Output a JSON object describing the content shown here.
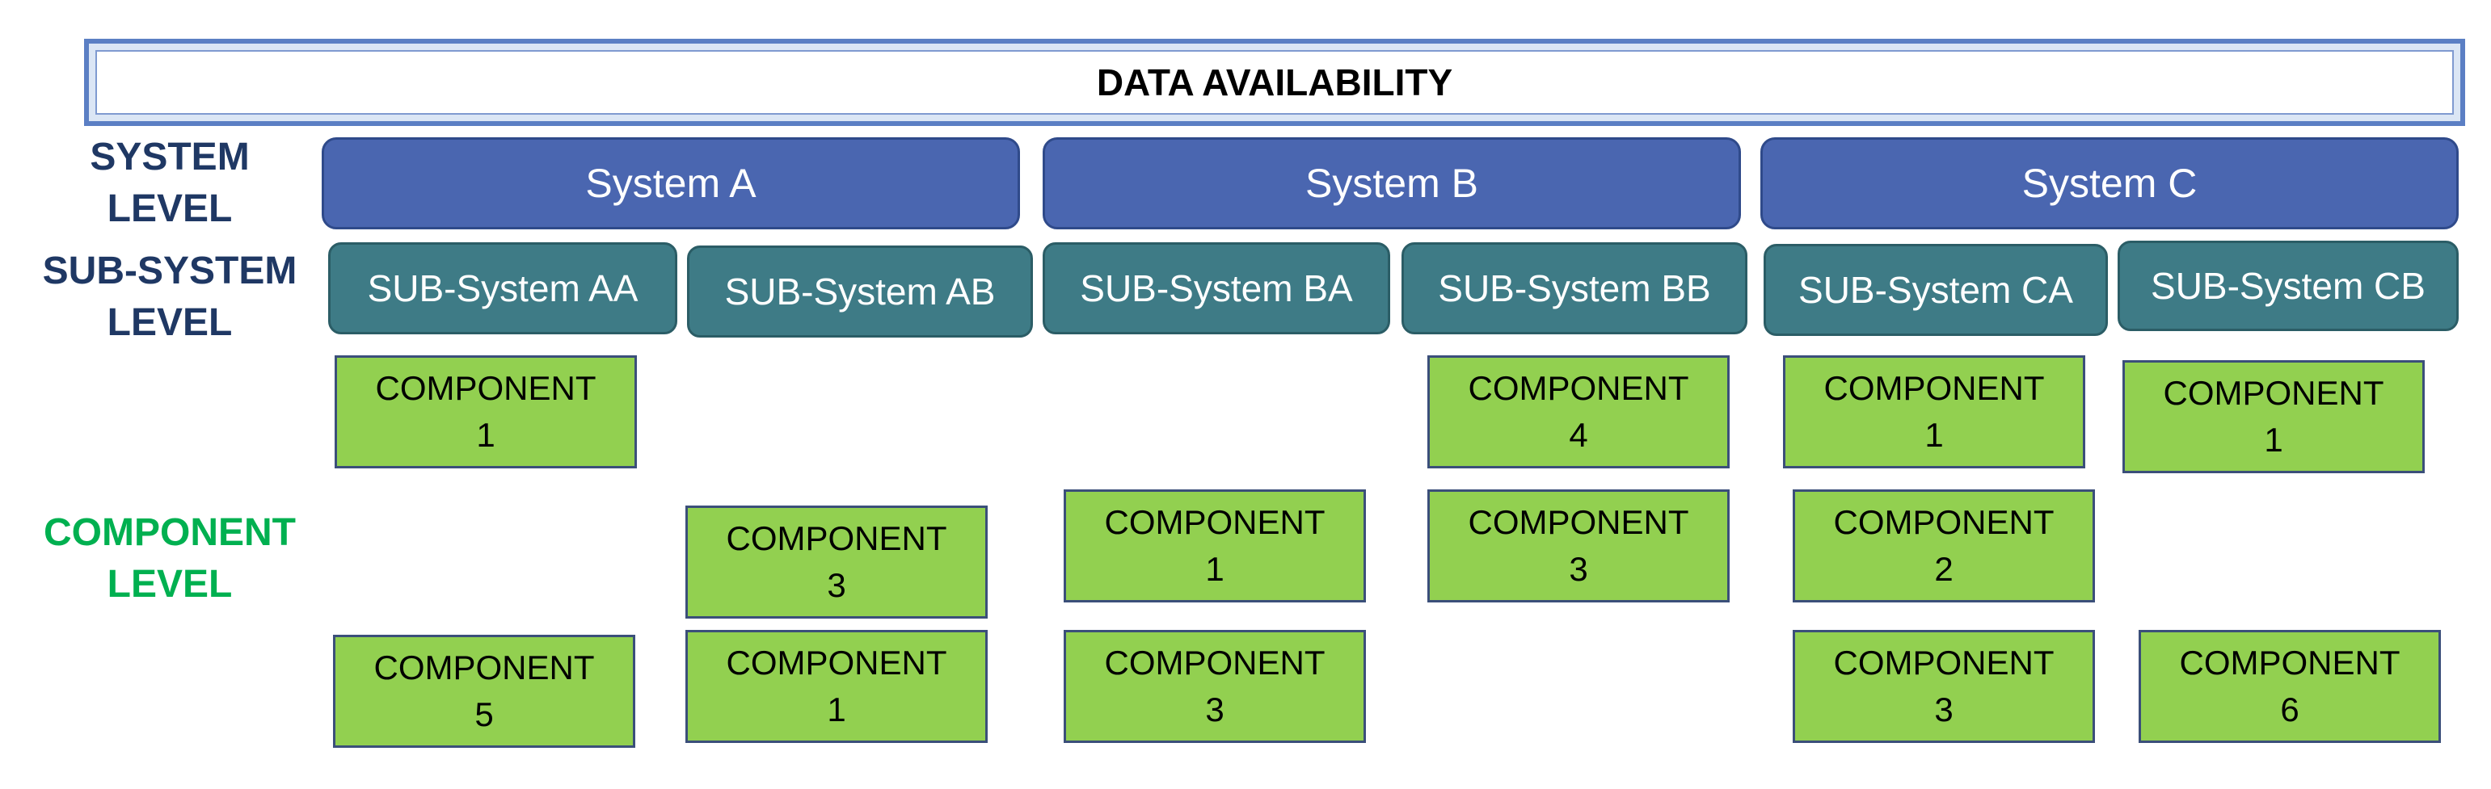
{
  "title": "DATA AVAILABILITY",
  "row_labels": {
    "system": "SYSTEM LEVEL",
    "subsystem_line1": "SUB-SYSTEM",
    "subsystem_line2": "LEVEL",
    "component_line1": "COMPONENT",
    "component_line2": "LEVEL"
  },
  "systems": [
    {
      "label": "System A"
    },
    {
      "label": "System B"
    },
    {
      "label": "System C"
    }
  ],
  "subsystems": [
    {
      "label": "SUB-System AA"
    },
    {
      "label": "SUB-System AB"
    },
    {
      "label": "SUB-System BA"
    },
    {
      "label": "SUB-System BB"
    },
    {
      "label": "SUB-System CA"
    },
    {
      "label": "SUB-System CB"
    }
  ],
  "components": [
    {
      "subsystem": "SUB-System AA",
      "word": "COMPONENT",
      "number": "1"
    },
    {
      "subsystem": "SUB-System AA",
      "word": "COMPONENT",
      "number": "5"
    },
    {
      "subsystem": "SUB-System AB",
      "word": "COMPONENT",
      "number": "3"
    },
    {
      "subsystem": "SUB-System AB",
      "word": "COMPONENT",
      "number": "1"
    },
    {
      "subsystem": "SUB-System BA",
      "word": "COMPONENT",
      "number": "1"
    },
    {
      "subsystem": "SUB-System BA",
      "word": "COMPONENT",
      "number": "3"
    },
    {
      "subsystem": "SUB-System BB",
      "word": "COMPONENT",
      "number": "4"
    },
    {
      "subsystem": "SUB-System BB",
      "word": "COMPONENT",
      "number": "3"
    },
    {
      "subsystem": "SUB-System CA",
      "word": "COMPONENT",
      "number": "1"
    },
    {
      "subsystem": "SUB-System CA",
      "word": "COMPONENT",
      "number": "2"
    },
    {
      "subsystem": "SUB-System CA",
      "word": "COMPONENT",
      "number": "3"
    },
    {
      "subsystem": "SUB-System CB",
      "word": "COMPONENT",
      "number": "1"
    },
    {
      "subsystem": "SUB-System CB",
      "word": "COMPONENT",
      "number": "6"
    }
  ],
  "colors": {
    "system_fill": "#4a66b0",
    "subsystem_fill": "#3e7b86",
    "component_fill": "#92d050",
    "row_label_dark": "#1f3864",
    "row_label_green": "#00b050"
  }
}
